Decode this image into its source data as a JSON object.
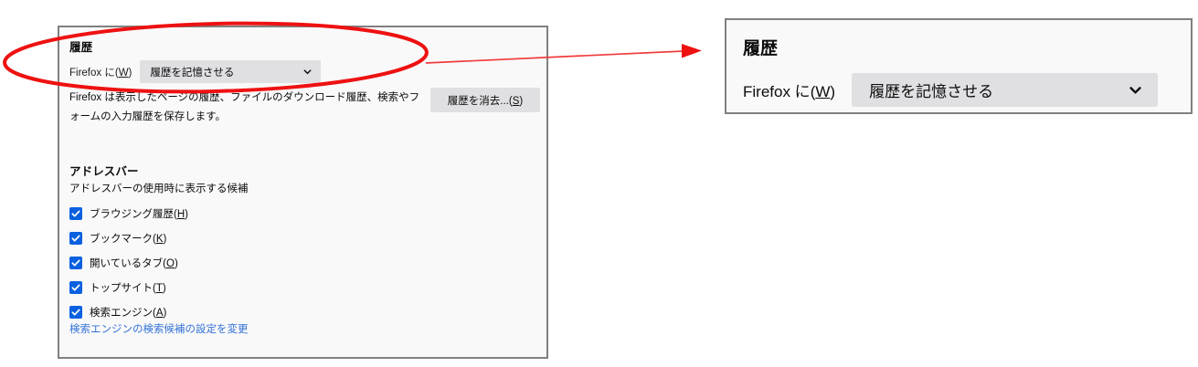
{
  "prefs_panel": {
    "history": {
      "heading": "履歴",
      "select_label_prefix": "Firefox に",
      "select_label_accesskey": "W",
      "dropdown_value": "履歴を記憶させる",
      "description": "Firefox は表示したページの履歴、ファイルのダウンロード履歴、検索やフォームの入力履歴を保存します。",
      "clear_button_label": "履歴を消去...",
      "clear_button_accesskey": "S",
      "chevron_icon": "chevron-down-icon"
    },
    "addressbar": {
      "heading": "アドレスバー",
      "subheading": "アドレスバーの使用時に表示する候補",
      "options": [
        {
          "label": "ブラウジング履歴",
          "accesskey": "H",
          "checked": true
        },
        {
          "label": "ブックマーク",
          "accesskey": "K",
          "checked": true
        },
        {
          "label": "開いているタブ",
          "accesskey": "O",
          "checked": true
        },
        {
          "label": "トップサイト",
          "accesskey": "T",
          "checked": true
        },
        {
          "label": "検索エンジン",
          "accesskey": "A",
          "checked": true
        }
      ],
      "link_label": "検索エンジンの検索候補の設定を変更",
      "checkbox_icon": "checkmark-icon"
    }
  },
  "callout_panel": {
    "heading": "履歴",
    "select_label_prefix": "Firefox に",
    "select_label_accesskey": "W",
    "dropdown_value": "履歴を記憶させる",
    "chevron_icon": "chevron-down-icon"
  },
  "annotation": {
    "ellipse_icon": "red-ellipse-highlight",
    "arrow_icon": "red-arrow-pointer"
  },
  "colors": {
    "accent_checkbox": "#0a60df",
    "link": "#3572d6",
    "annotation_red": "#ee1111",
    "panel_border": "#808080",
    "panel_background": "#f9f9fa",
    "control_background": "#e0e0e2"
  }
}
